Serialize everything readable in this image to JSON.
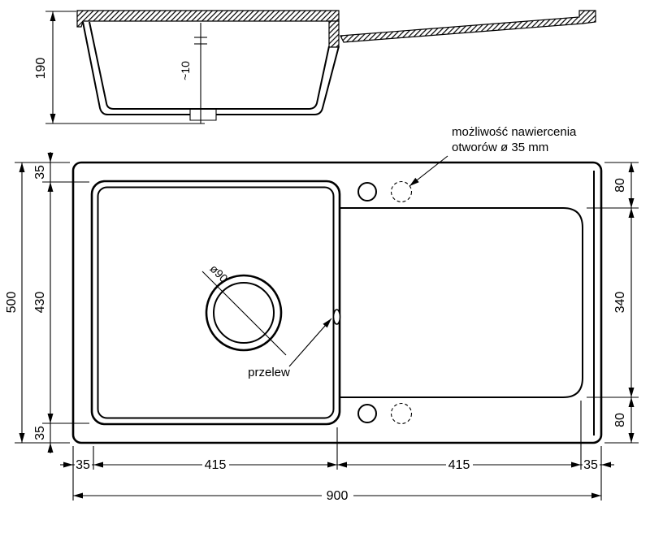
{
  "side_view": {
    "depth_dim": "190",
    "thickness_note": "~10"
  },
  "plan_view": {
    "drain_diameter": "ø90",
    "overflow_label": "przelew",
    "drill_note_line1": "możliwość nawiercenia",
    "drill_note_line2": "otworów ø 35 mm"
  },
  "dims": {
    "overall_width": "900",
    "overall_depth": "500",
    "left_top": "35",
    "left_mid": "430",
    "left_bottom": "35",
    "right_top": "80",
    "right_mid": "340",
    "right_bottom": "80",
    "bottom_s1": "35",
    "bottom_s2": "415",
    "bottom_s3": "415",
    "bottom_s4": "35"
  }
}
